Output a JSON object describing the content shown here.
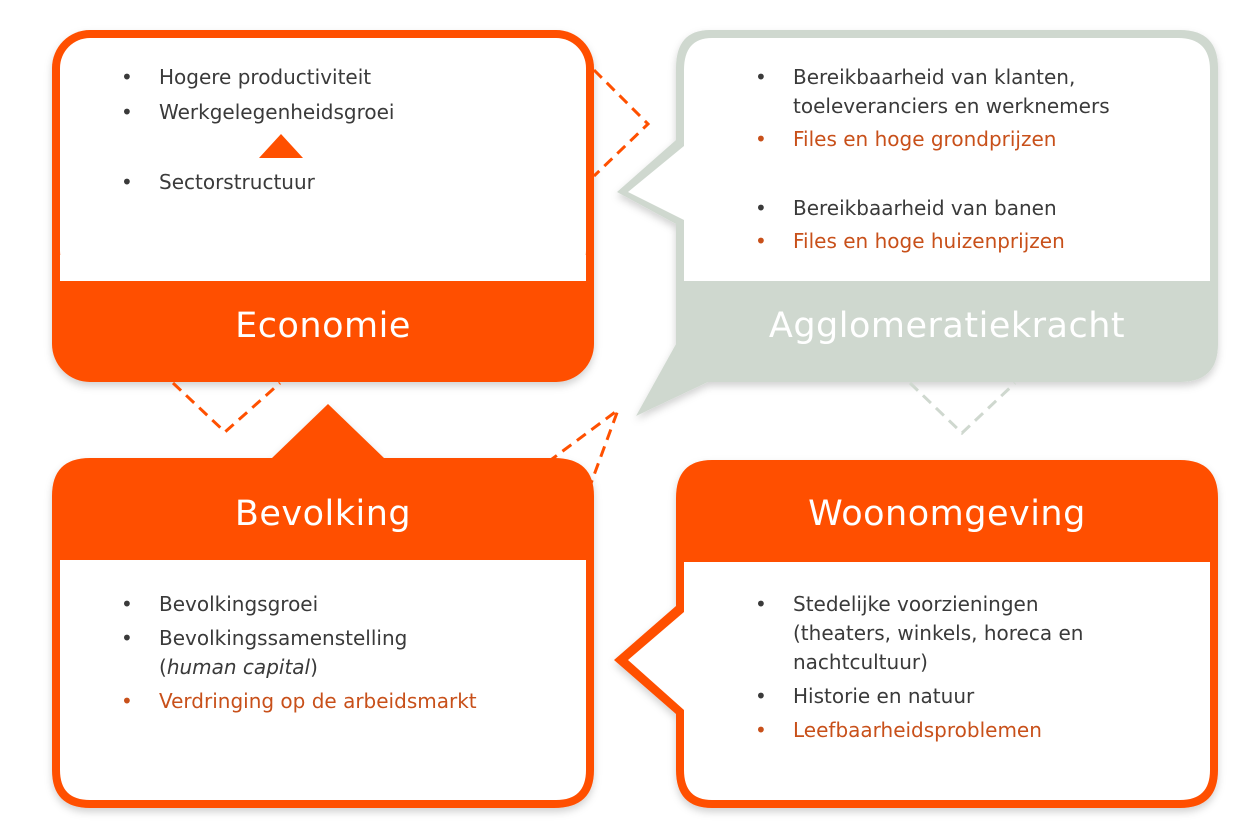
{
  "colors": {
    "accent": "#ff5000",
    "neutral": "#cfd8cf",
    "negative_text": "#c8501a",
    "body_text": "#3a3a3a"
  },
  "economie": {
    "title": "Economie",
    "items": [
      {
        "text": "Hogere productiviteit",
        "negative": false
      },
      {
        "text": "Werkgelegenheidsgroei",
        "negative": false
      },
      {
        "text": "Sectorstructuur",
        "negative": false
      }
    ]
  },
  "agglomeratiekracht": {
    "title": "Agglomeratiekracht",
    "items": [
      {
        "text": "Bereikbaarheid van klanten, toeleveranciers en werknemers",
        "negative": false
      },
      {
        "text": "Files en hoge grondprijzen",
        "negative": true
      },
      {
        "text": "Bereikbaarheid van banen",
        "negative": false
      },
      {
        "text": "Files en hoge huizenprijzen",
        "negative": true
      }
    ]
  },
  "bevolking": {
    "title": "Bevolking",
    "items": [
      {
        "text": "Bevolkingsgroei",
        "negative": false
      },
      {
        "text": "Bevolkingssamenstelling",
        "sub": "human capital",
        "negative": false
      },
      {
        "text": "Verdringing op de arbeidsmarkt",
        "negative": true
      }
    ]
  },
  "woonomgeving": {
    "title": "Woonomgeving",
    "items": [
      {
        "text": "Stedelijke voorzieningen (theaters, winkels, horeca en nachtcultuur)",
        "negative": false
      },
      {
        "text": "Historie en natuur",
        "negative": false
      },
      {
        "text": "Leefbaarheidsproblemen",
        "negative": true
      }
    ]
  }
}
